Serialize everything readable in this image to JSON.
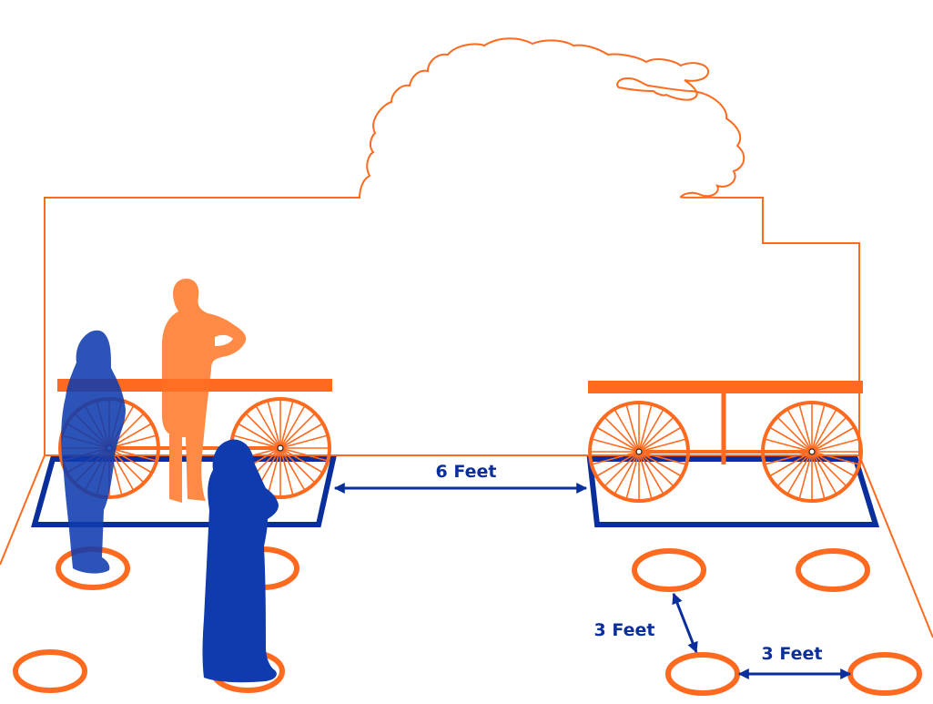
{
  "labels": {
    "cart_gap": "6 Feet",
    "circle_gap_vertical": "3 Feet",
    "circle_gap_horizontal": "3 Feet"
  },
  "colors": {
    "orange": "#FF6A1F",
    "orange_light": "#FF8A45",
    "blue": "#0A2E9C",
    "blue_figure": "#0F3BAE",
    "white": "#FFFFFF"
  },
  "icons": {
    "tree": "tree-outline-icon",
    "building": "building-outline-icon",
    "cart": "hand-cart-icon",
    "person": "person-silhouette-icon",
    "spot": "distancing-circle-icon",
    "arrow": "double-headed-arrow-icon"
  }
}
